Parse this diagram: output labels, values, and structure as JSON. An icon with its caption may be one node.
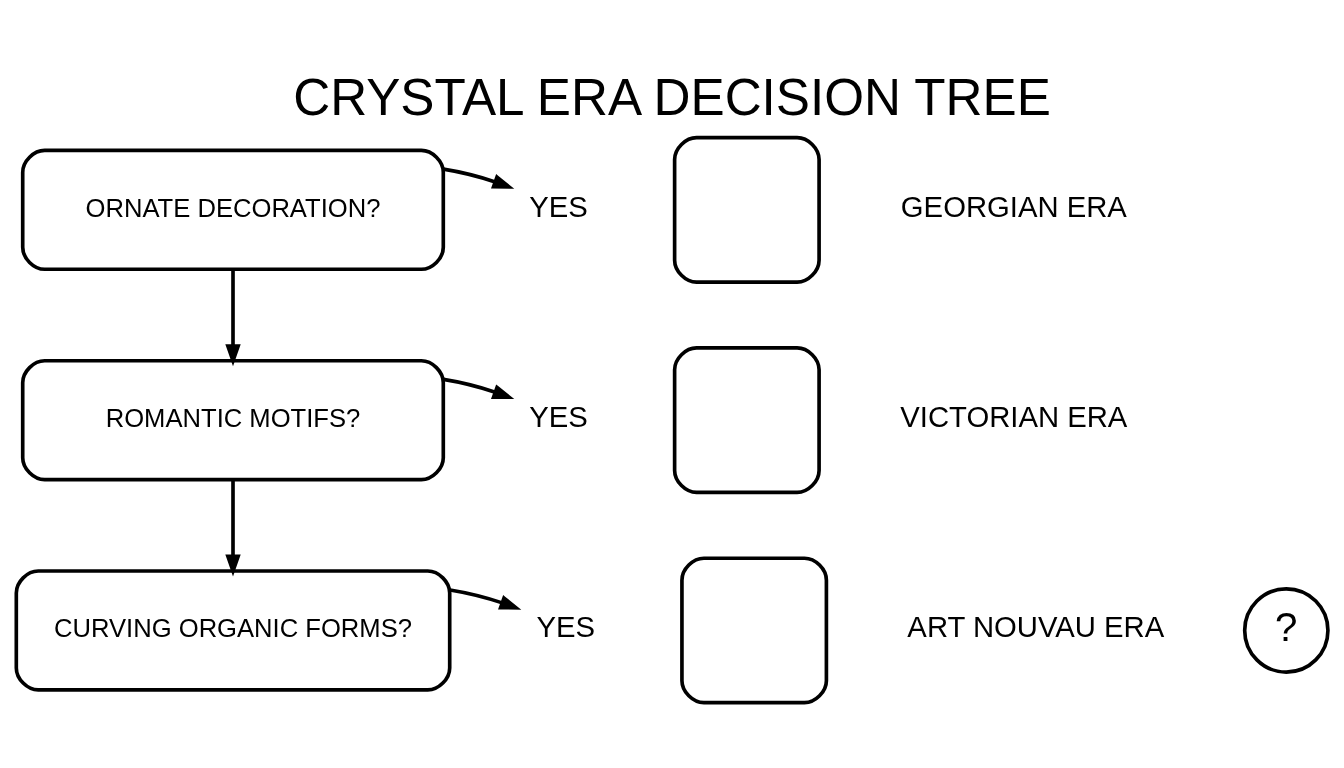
{
  "diagram": {
    "title": "CRYSTAL ERA DECISION TREE",
    "nodes": [
      {
        "text": [
          "ORNATE DECORATION?"
        ]
      },
      {
        "text": [
          "YES"
        ]
      },
      {
        "text": [],
        "shape": "box",
        "beside": [
          "GEORGIAN ERA"
        ]
      },
      {
        "text": [
          "ROMANTIC MOTIFS?"
        ]
      },
      {
        "text": [
          "YES"
        ]
      },
      {
        "text": [],
        "shape": "box",
        "beside": [
          "VICTORIAN ERA"
        ]
      },
      {
        "text": [
          "CURVING ORGANIC FORMS?"
        ]
      },
      {
        "text": [
          "YES"
        ]
      },
      {
        "text": [],
        "shape": "box",
        "beside": [
          "ART NOUVAU ERA"
        ]
      },
      {
        "text": [
          "?"
        ]
      }
    ],
    "edges": [
      {
        "from": 0,
        "to": 1,
        "arrow": "to"
      },
      {
        "from": 0,
        "to": 3,
        "arrow": "to"
      },
      {
        "from": 3,
        "to": 4,
        "arrow": "to"
      },
      {
        "from": 3,
        "to": 6,
        "arrow": "to"
      },
      {
        "from": 6,
        "to": 7,
        "arrow": "to"
      }
    ]
  }
}
